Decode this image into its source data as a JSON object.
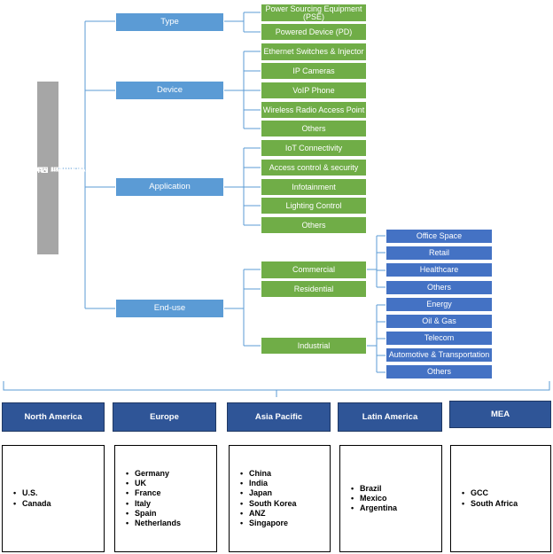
{
  "root": {
    "title_line1": "Power over Ethernet (PoE)",
    "title_line2": "Solution Market"
  },
  "categories": {
    "type": {
      "label": "Type",
      "items": [
        "Power Sourcing Equipment (PSE)",
        "Powered Device (PD)"
      ]
    },
    "device": {
      "label": "Device",
      "items": [
        "Ethernet Switches & Injector",
        "IP Cameras",
        "VoIP Phone",
        "Wireless Radio Access Point",
        "Others"
      ]
    },
    "application": {
      "label": "Application",
      "items": [
        "IoT Connectivity",
        "Access control & security",
        "Infotainment",
        "Lighting Control",
        "Others"
      ]
    },
    "end_use": {
      "label": "End-use",
      "commercial": {
        "label": "Commercial",
        "items": [
          "Office Space",
          "Retail",
          "Healthcare",
          "Others"
        ]
      },
      "residential": {
        "label": "Residential"
      },
      "industrial": {
        "label": "Industrial",
        "items": [
          "Energy",
          "Oil & Gas",
          "Telecom",
          "Automotive & Transportation",
          "Others"
        ]
      }
    }
  },
  "regions": [
    {
      "label": "North America",
      "countries": [
        "U.S.",
        "Canada"
      ]
    },
    {
      "label": "Europe",
      "countries": [
        "Germany",
        "UK",
        "France",
        "Italy",
        "Spain",
        "Netherlands"
      ]
    },
    {
      "label": "Asia Pacific",
      "countries": [
        "China",
        "India",
        "Japan",
        "South Korea",
        "ANZ",
        "Singapore"
      ]
    },
    {
      "label": "Latin America",
      "countries": [
        "Brazil",
        "Mexico",
        "Argentina"
      ]
    },
    {
      "label": "MEA",
      "countries": [
        "GCC",
        "South Africa"
      ]
    }
  ],
  "colors": {
    "root": "#a6a6a6",
    "category": "#5b9bd5",
    "subcategory": "#70ad47",
    "leaf": "#4472c4",
    "region": "#2f5597",
    "connector": "#5b9bd5"
  }
}
